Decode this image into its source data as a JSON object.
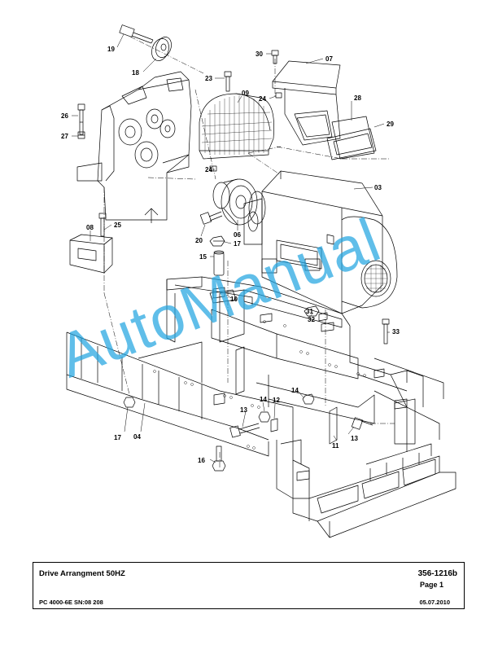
{
  "watermark": {
    "text": "AutoManual",
    "color": "#23a5e1"
  },
  "title_block": {
    "title": "Drive Arrangment 50HZ",
    "document_number": "356-1216b",
    "page": "Page 1",
    "model": "PC 4000-6E SN:08 208",
    "date": "05.07.2010"
  },
  "callouts": {
    "c19": "19",
    "c18": "18",
    "c30": "30",
    "c07": "07",
    "c23": "23",
    "c09": "09",
    "c24a": "24",
    "c26": "26",
    "c28": "28",
    "c29": "29",
    "c27": "27",
    "c24b": "24",
    "c03": "03",
    "c08": "08",
    "c25": "25",
    "c06": "06",
    "c20": "20",
    "c17a": "17",
    "c15": "15",
    "c10": "10",
    "c31": "31",
    "c32": "32",
    "c33": "33",
    "c14a": "14",
    "c14b": "14",
    "c12": "12",
    "c13a": "13",
    "c17b": "17",
    "c04": "04",
    "c13b": "13",
    "c11": "11",
    "c16": "16"
  }
}
